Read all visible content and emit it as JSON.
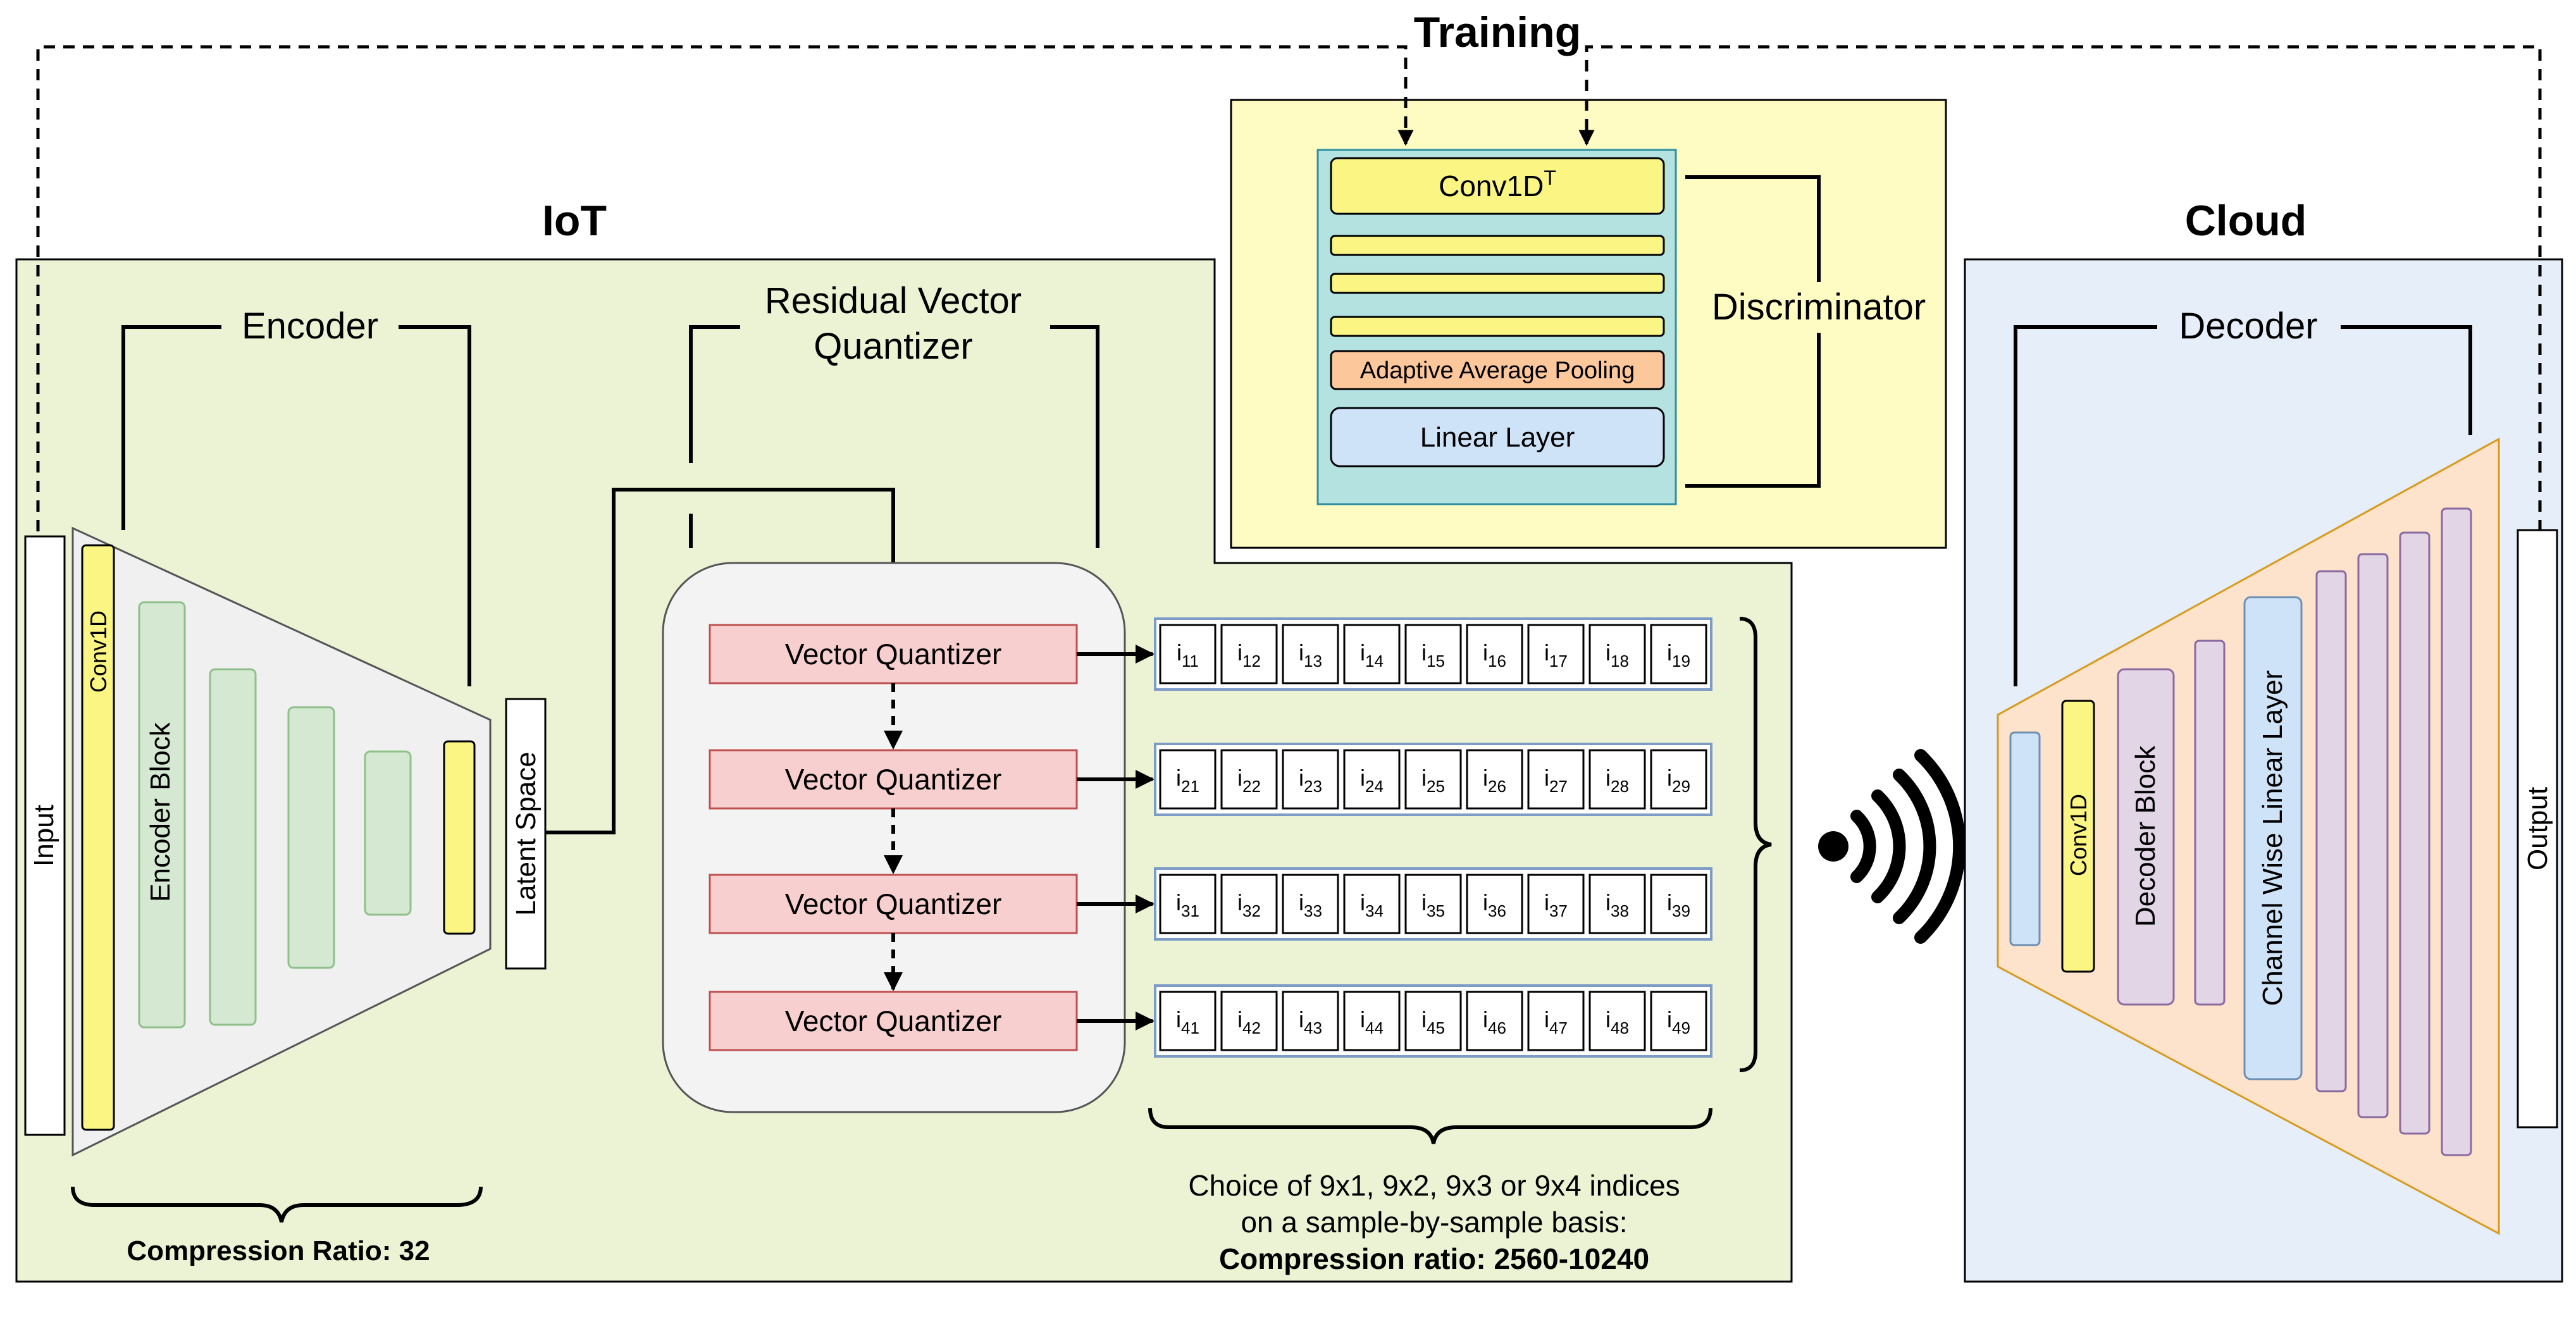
{
  "titles": {
    "training": "Training",
    "iot": "IoT",
    "cloud": "Cloud"
  },
  "encoder": {
    "title": "Encoder",
    "input_label": "Input",
    "conv_label": "Conv1D",
    "block_label": "Encoder Block",
    "latent_label": "Latent Space",
    "compression_label": "Compression Ratio: 32"
  },
  "rvq": {
    "title_line1": "Residual Vector",
    "title_line2": "Quantizer",
    "quantizer_label": "Vector Quantizer",
    "rows": [
      [
        "11",
        "12",
        "13",
        "14",
        "15",
        "16",
        "17",
        "18",
        "19"
      ],
      [
        "21",
        "22",
        "23",
        "24",
        "25",
        "26",
        "27",
        "28",
        "29"
      ],
      [
        "31",
        "32",
        "33",
        "34",
        "35",
        "36",
        "37",
        "38",
        "39"
      ],
      [
        "41",
        "42",
        "43",
        "44",
        "45",
        "46",
        "47",
        "48",
        "49"
      ]
    ],
    "index_letter": "i",
    "note_line1": "Choice of 9x1, 9x2, 9x3 or 9x4 indices",
    "note_line2": "on a sample-by-sample basis:",
    "note_line3": "Compression ratio: 2560-10240"
  },
  "discriminator": {
    "title": "Discriminator",
    "conv_label": "Conv1D",
    "conv_sup": "T",
    "pool_label": "Adaptive Average Pooling",
    "linear_label": "Linear Layer"
  },
  "decoder": {
    "title": "Decoder",
    "conv_label": "Conv1D",
    "block_label": "Decoder Block",
    "channel_label": "Channel Wise Linear Layer",
    "output_label": "Output"
  },
  "icons": {
    "wireless": "wireless-signal-icon"
  },
  "colors": {
    "iot_bg": "#ebf3d4",
    "cloud_bg": "#e6eef9",
    "training_bg": "#fefbc3",
    "conv_yellow": "#fbf683",
    "block_green": "#d4e8d2",
    "vq_red": "#f7cfcf",
    "disc_teal": "#b3e2e0",
    "pool_orange": "#fcc79a",
    "linear_blue": "#cfe3f8",
    "decoder_purple": "#e1d5e6",
    "decoder_orange": "#fde3cc"
  }
}
